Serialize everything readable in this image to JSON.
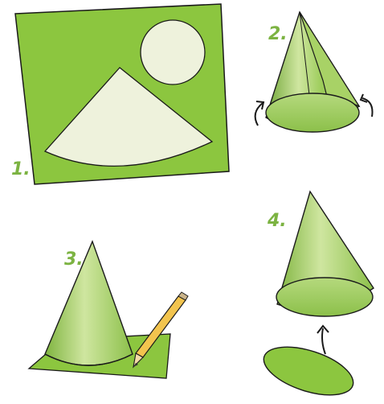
{
  "steps": [
    {
      "number": "1."
    },
    {
      "number": "2."
    },
    {
      "number": "3."
    },
    {
      "number": "4."
    }
  ],
  "colors": {
    "paper": "#8cc63f",
    "cutout": "#eef2dc",
    "cone_light": "#cfe6a0",
    "cone_mid": "#9ccc5a",
    "cone_dark": "#6fa536",
    "outline": "#1a1a1a",
    "pencil_body": "#f2c44e",
    "pencil_wood": "#f3dca7",
    "number": "#7cb342"
  }
}
